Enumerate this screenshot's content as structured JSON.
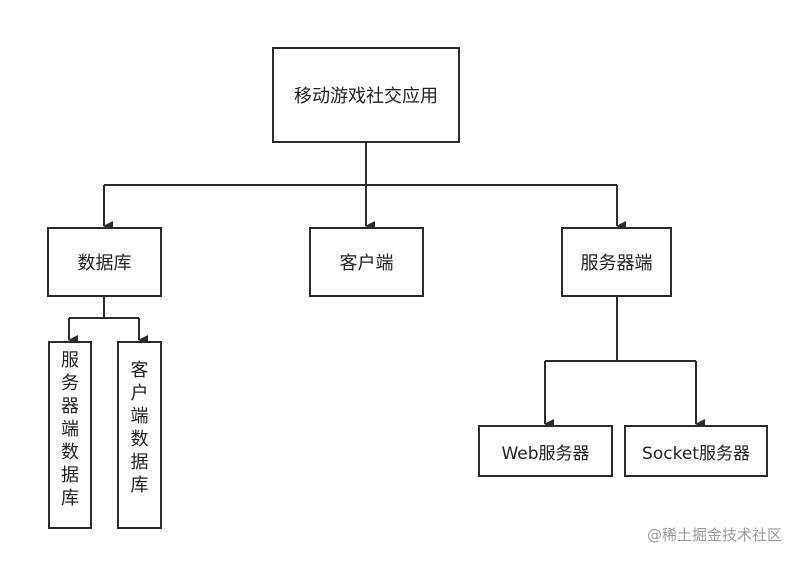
{
  "nodes": {
    "root": "移动游戏社交应用",
    "database": "数据库",
    "client": "客户端",
    "server": "服务器端",
    "server_db": "服务器端数据库",
    "client_db": "客户端数据库",
    "web_server": "Web服务器",
    "socket_server": "Socket服务器"
  },
  "watermark": "@稀土掘金技术社区"
}
